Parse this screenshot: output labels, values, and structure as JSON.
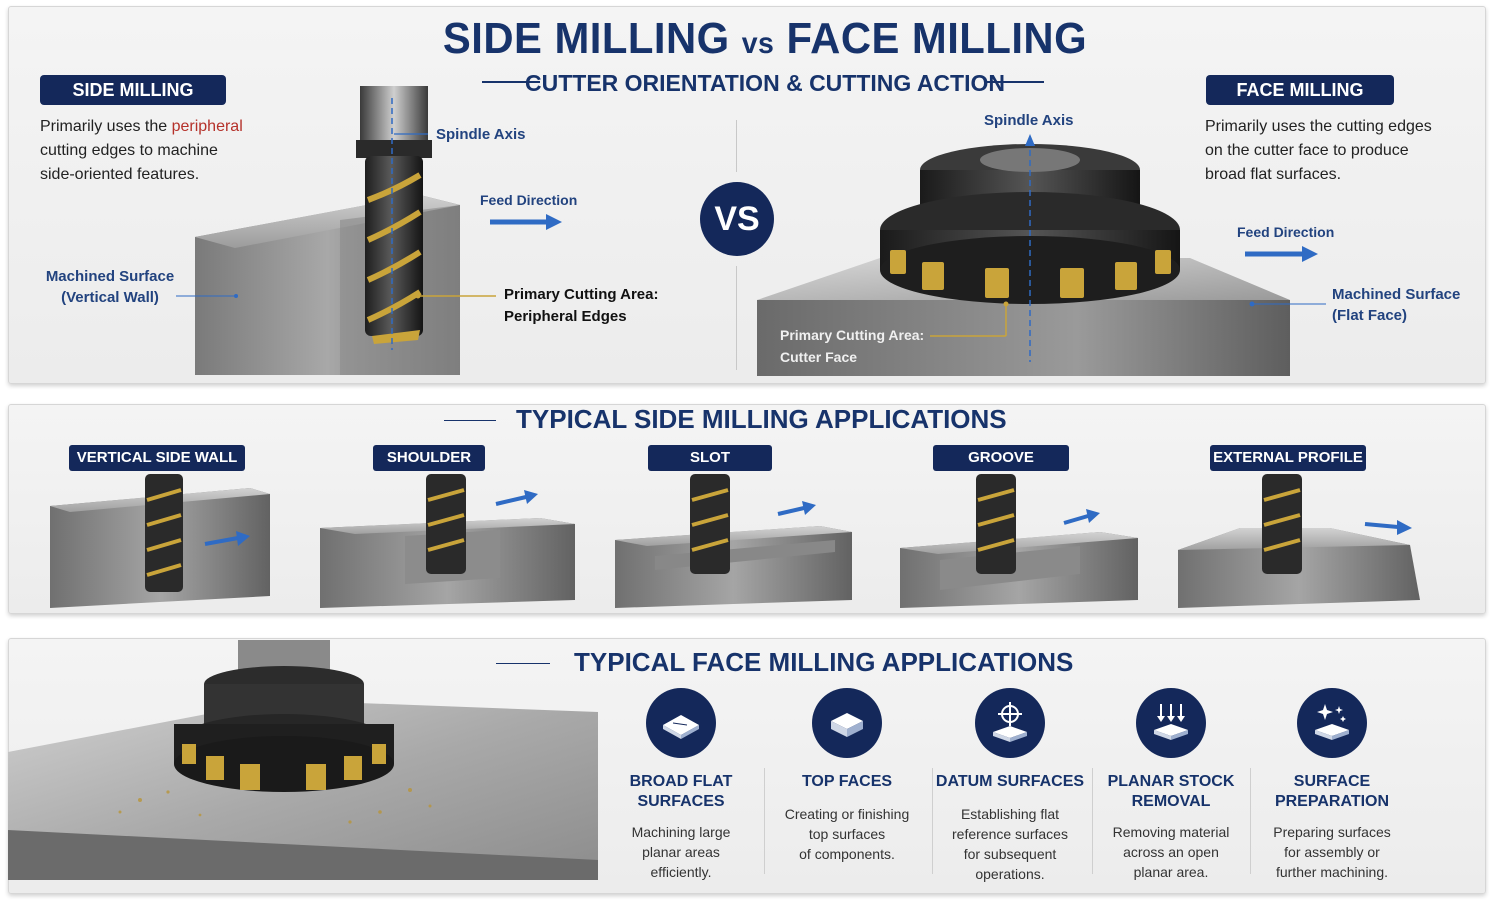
{
  "header": {
    "title_a": "SIDE MILLING ",
    "title_vs": "vs",
    "title_b": " FACE MILLING",
    "subtitle": "CUTTER ORIENTATION & CUTTING ACTION"
  },
  "side_milling": {
    "tag": "SIDE MILLING",
    "desc_1": "Primarily uses the ",
    "desc_hl": "peripheral",
    "desc_2": "cutting edges to machine",
    "desc_3": "side-oriented features.",
    "spindle_axis": "Spindle Axis",
    "feed_direction": "Feed Direction",
    "machined_surface_1": "Machined Surface",
    "machined_surface_2": "(Vertical Wall)",
    "cutting_area_1": "Primary Cutting Area:",
    "cutting_area_2": "Peripheral Edges"
  },
  "vs_label": "VS",
  "face_milling": {
    "tag": "FACE MILLING",
    "desc_1": "Primarily uses the cutting edges",
    "desc_2": "on the cutter face to produce",
    "desc_3": "broad flat surfaces.",
    "spindle_axis": "Spindle Axis",
    "feed_direction": "Feed Direction",
    "machined_surface_1": "Machined Surface",
    "machined_surface_2": "(Flat Face)",
    "cutting_area_1": "Primary Cutting Area:",
    "cutting_area_2": "Cutter Face"
  },
  "side_apps": {
    "title": "TYPICAL SIDE MILLING APPLICATIONS",
    "items": [
      "VERTICAL SIDE WALL",
      "SHOULDER",
      "SLOT",
      "GROOVE",
      "EXTERNAL PROFILE"
    ]
  },
  "face_apps": {
    "title": "TYPICAL FACE MILLING APPLICATIONS",
    "items": [
      {
        "title_1": "BROAD FLAT",
        "title_2": "SURFACES",
        "desc_1": "Machining large",
        "desc_2": "planar areas",
        "desc_3": "efficiently.",
        "desc_4": "",
        "icon": "flat-plate-icon"
      },
      {
        "title_1": "TOP FACES",
        "title_2": "",
        "desc_1": "Creating or finishing",
        "desc_2": "top surfaces",
        "desc_3": "of components.",
        "desc_4": "",
        "icon": "block-top-icon"
      },
      {
        "title_1": "DATUM SURFACES",
        "title_2": "",
        "desc_1": "Establishing flat",
        "desc_2": "reference surfaces",
        "desc_3": "for subsequent",
        "desc_4": "operations.",
        "icon": "datum-crosshair-icon"
      },
      {
        "title_1": "PLANAR STOCK",
        "title_2": "REMOVAL",
        "desc_1": "Removing material",
        "desc_2": "across an open",
        "desc_3": "planar area.",
        "desc_4": "",
        "icon": "stock-removal-icon"
      },
      {
        "title_1": "SURFACE",
        "title_2": "PREPARATION",
        "desc_1": "Preparing surfaces",
        "desc_2": "for assembly or",
        "desc_3": "further machining.",
        "desc_4": "",
        "icon": "sparkle-surface-icon"
      }
    ]
  },
  "colors": {
    "navy": "#14285a",
    "title_blue": "#17336b",
    "highlight_red": "#b5312a",
    "gold": "#c9a43a",
    "arrow_blue": "#2f6bc4"
  }
}
